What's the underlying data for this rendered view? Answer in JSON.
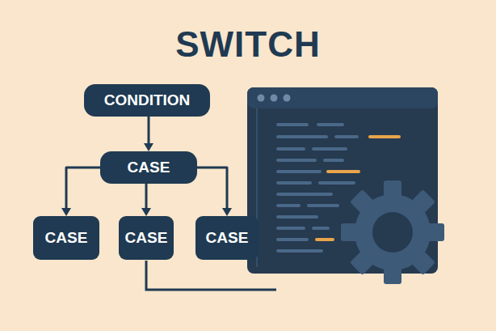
{
  "diagram": {
    "title": "SWITCH",
    "nodes": [
      {
        "text": [
          "CONDITION"
        ]
      },
      {
        "text": [
          "CASE"
        ]
      },
      {
        "text": [
          "CASE"
        ]
      },
      {
        "text": [
          "CASE"
        ]
      },
      {
        "text": [
          "CASE"
        ]
      }
    ],
    "edges": [
      {
        "from": 0,
        "to": 1,
        "arrow": "to"
      },
      {
        "from": 1,
        "to": 2,
        "arrow": "to"
      },
      {
        "from": 1,
        "to": 3,
        "arrow": "to"
      },
      {
        "from": 1,
        "to": 4,
        "arrow": "to"
      }
    ]
  }
}
